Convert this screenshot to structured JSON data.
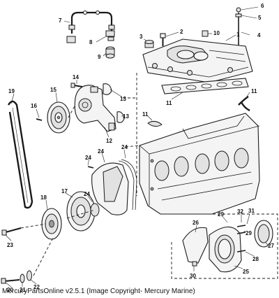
{
  "caption": "MercuryPartsOnline v2.5.1 (Image Copyright- Mercury Marine)",
  "callouts": [
    "1",
    "2",
    "3",
    "4",
    "5",
    "6",
    "7",
    "8",
    "9",
    "10",
    "11",
    "11",
    "11",
    "12",
    "13",
    "14",
    "15",
    "16",
    "17",
    "18",
    "19",
    "20",
    "21",
    "22",
    "23",
    "24",
    "24",
    "24",
    "24",
    "25",
    "26",
    "27",
    "28",
    "29",
    "29",
    "30",
    "31",
    "32"
  ]
}
